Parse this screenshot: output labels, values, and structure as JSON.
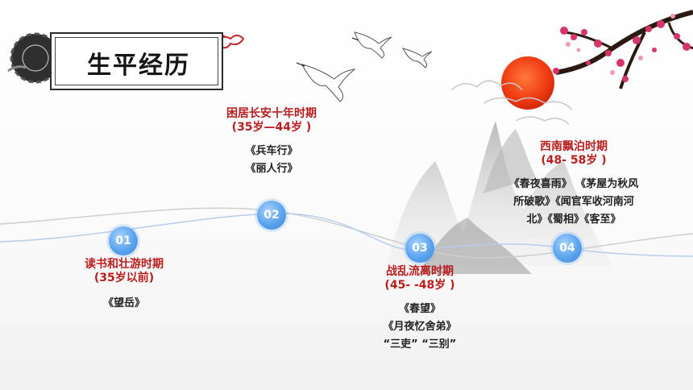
{
  "header": {
    "title": "生平经历"
  },
  "timeline": [
    {
      "number": "01",
      "period": "读书和壮游时期",
      "age": "(35岁以前)",
      "works": [
        "《望岳》"
      ]
    },
    {
      "number": "02",
      "period": "困居长安十年时期",
      "age": "(35岁—44岁 )",
      "works": [
        "《兵车行》",
        "《丽人行》"
      ]
    },
    {
      "number": "03",
      "period": "战乱流离时期",
      "age": "(45- -48岁 )",
      "works": [
        "《春望》",
        "《月夜忆舍弟》",
        "“三吏” “三别”"
      ]
    },
    {
      "number": "04",
      "period": "西南飘泊时期",
      "age": "(48- 58岁 )",
      "works": [
        "《春夜喜雨》 《茅屋为秋风",
        "所破歌》《闻官军收河南河",
        "北》《蜀相》《客至》"
      ]
    }
  ],
  "colors": {
    "accent_red": "#b81e1e",
    "node_blue": "#5aa3ee",
    "sun": "#ef3a12"
  }
}
